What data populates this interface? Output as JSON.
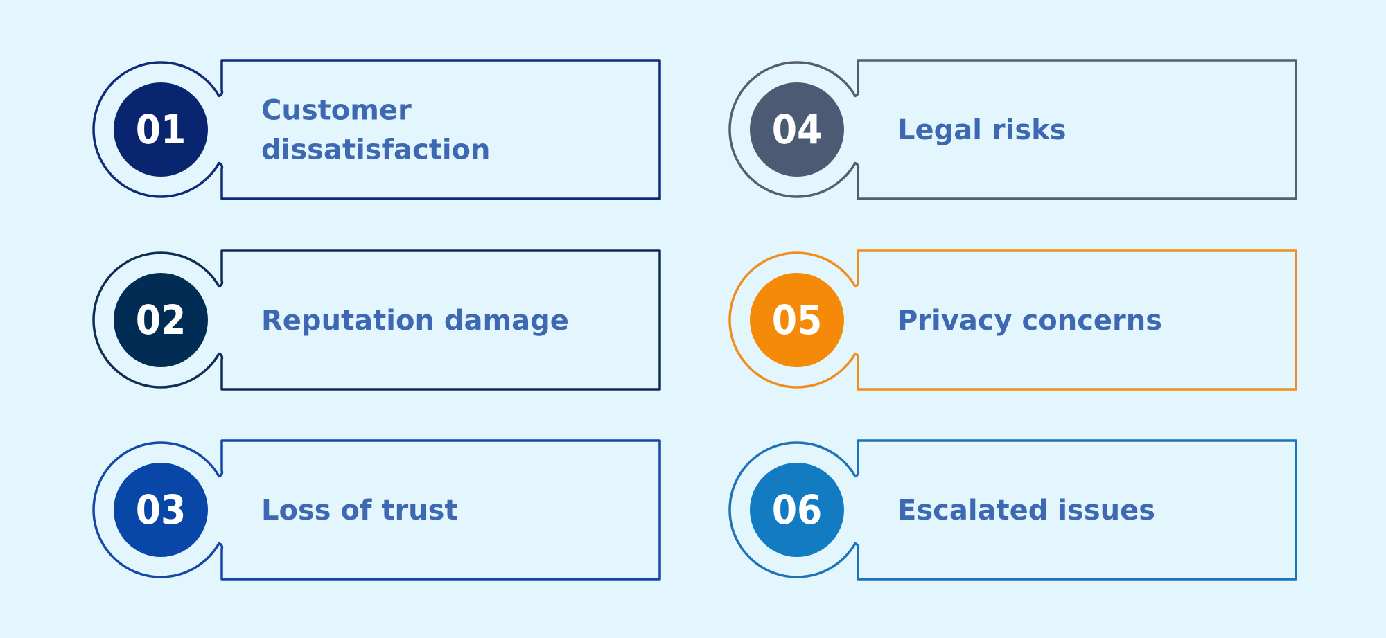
{
  "items": [
    {
      "number": "01",
      "lines": [
        "Customer",
        "dissatisfaction"
      ],
      "color": "#0f2b78",
      "circle": "#0a2570"
    },
    {
      "number": "02",
      "lines": [
        "Reputation damage"
      ],
      "color": "#0e2d52",
      "circle": "#012c53"
    },
    {
      "number": "03",
      "lines": [
        "Loss of trust"
      ],
      "color": "#1448a6",
      "circle": "#0846a8"
    },
    {
      "number": "04",
      "lines": [
        "Legal risks"
      ],
      "color": "#565d6c",
      "circle": "#4d5a73"
    },
    {
      "number": "05",
      "lines": [
        "Privacy concerns"
      ],
      "color": "#f08e1d",
      "circle": "#f48a08"
    },
    {
      "number": "06",
      "lines": [
        "Escalated issues"
      ],
      "color": "#1d72b8",
      "circle": "#127bc2"
    }
  ]
}
